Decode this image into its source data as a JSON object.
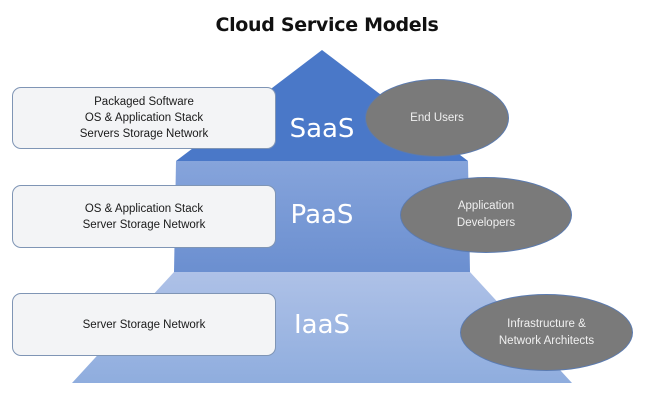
{
  "title": "Cloud Service Models",
  "tiers": [
    {
      "id": "saas",
      "label": "SaaS",
      "color": "#4a78c8",
      "components": [
        "Packaged Software",
        "OS & Application Stack",
        "Servers Storage Network"
      ],
      "audience": [
        "End Users"
      ]
    },
    {
      "id": "paas",
      "label": "PaaS",
      "color": "#7596d4",
      "components": [
        "OS & Application Stack",
        "Server Storage Network"
      ],
      "audience": [
        "Application",
        "Developers"
      ]
    },
    {
      "id": "iaas",
      "label": "IaaS",
      "color": "#9fb6e3",
      "components": [
        "Server Storage Network"
      ],
      "audience": [
        "Infrastructure &",
        "Network Architects"
      ]
    }
  ]
}
